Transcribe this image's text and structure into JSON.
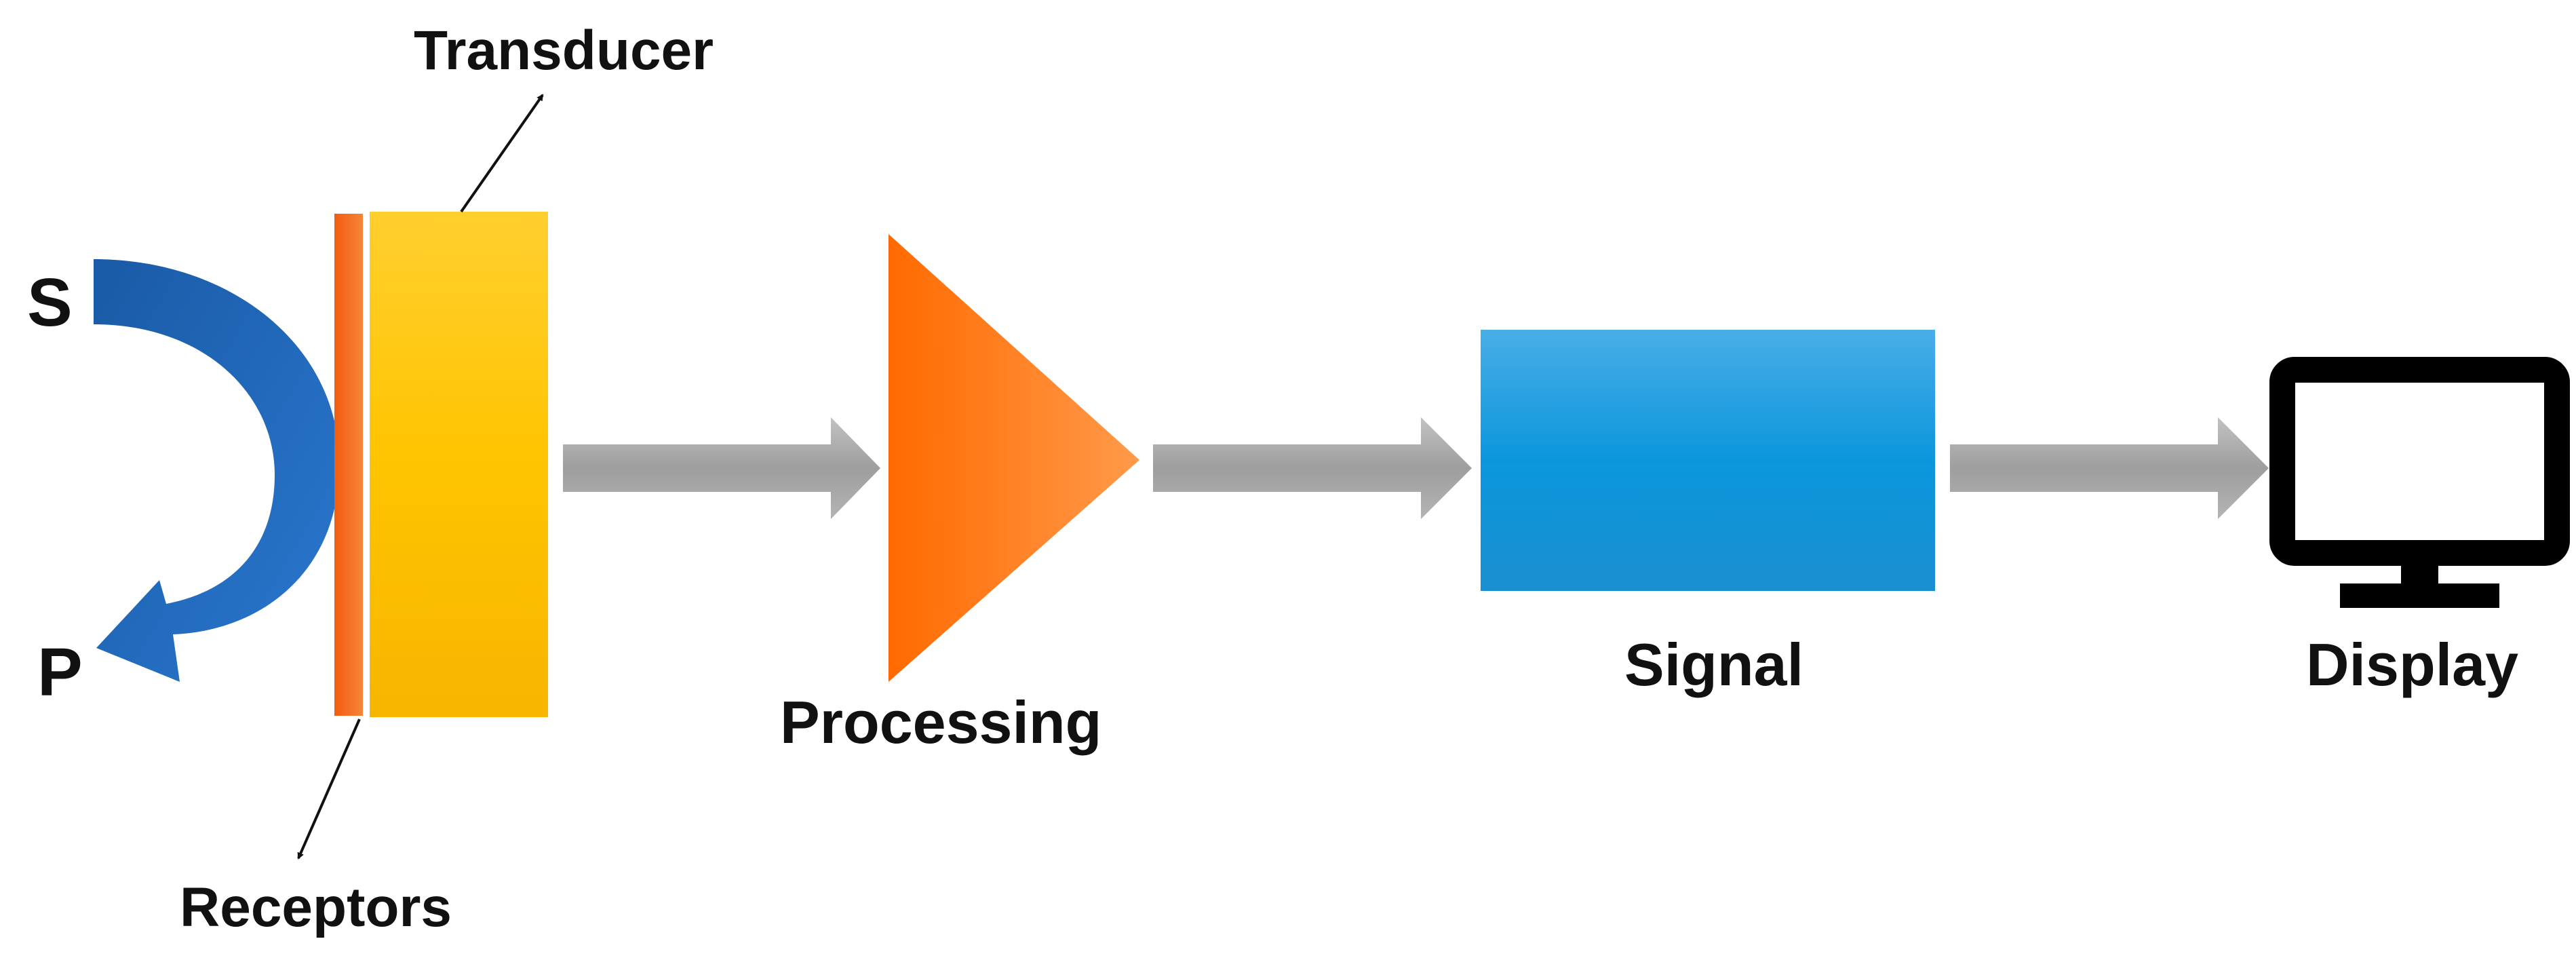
{
  "labels": {
    "substrate": "S",
    "product": "P",
    "transducer": "Transducer",
    "receptors": "Receptors",
    "processing": "Processing",
    "signal": "Signal",
    "display": "Display"
  },
  "colors": {
    "curved_arrow": "#1e63b5",
    "receptor_layer": "#f26a1b",
    "transducer_block": "#ffc20e",
    "processing_triangle": "#ff7a1a",
    "signal_block": "#0a97d9",
    "flow_arrow": "#a6a6a6",
    "display_icon": "#000000"
  },
  "icons": {
    "reaction_arrow": "curved-arrow-icon",
    "display": "monitor-icon"
  }
}
